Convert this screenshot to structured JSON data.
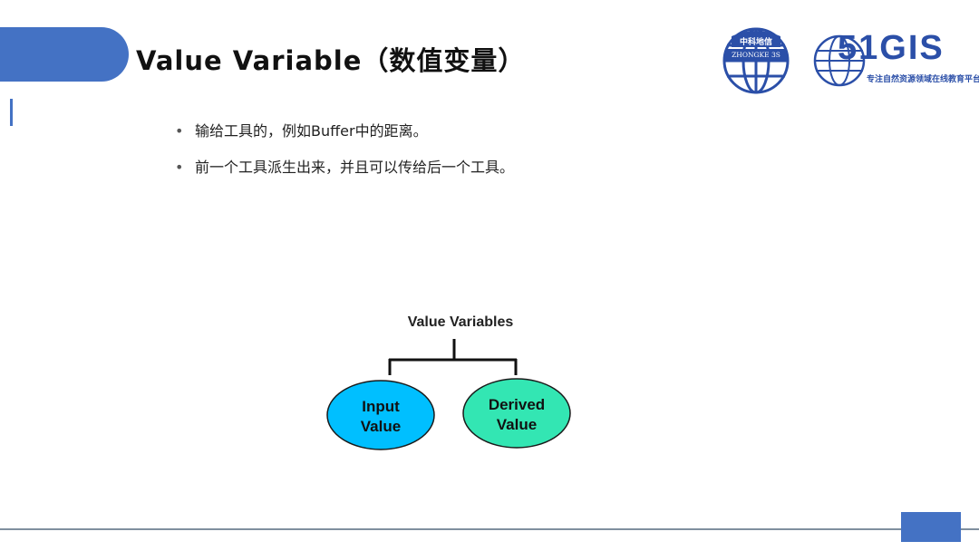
{
  "slide": {
    "title": "Value Variable（数值变量）",
    "bullets": [
      "输给工具的，例如Buffer中的距离。",
      "前一个工具派生出来，并且可以传给后一个工具。"
    ]
  },
  "logos": {
    "zhongke": {
      "top_text": "中科地信",
      "band_text": "ZHONGKE 3S"
    },
    "gis51": {
      "brand": "51GIS",
      "tagline": "专注自然资源领域在线教育平台"
    }
  },
  "diagram": {
    "root": "Value Variables",
    "children": [
      {
        "label_line1": "Input",
        "label_line2": "Value",
        "fill": "#00bfff"
      },
      {
        "label_line1": "Derived",
        "label_line2": "Value",
        "fill": "#33e6b3"
      }
    ]
  },
  "colors": {
    "accent": "#4472c4",
    "logo_blue": "#2b4fa8"
  }
}
